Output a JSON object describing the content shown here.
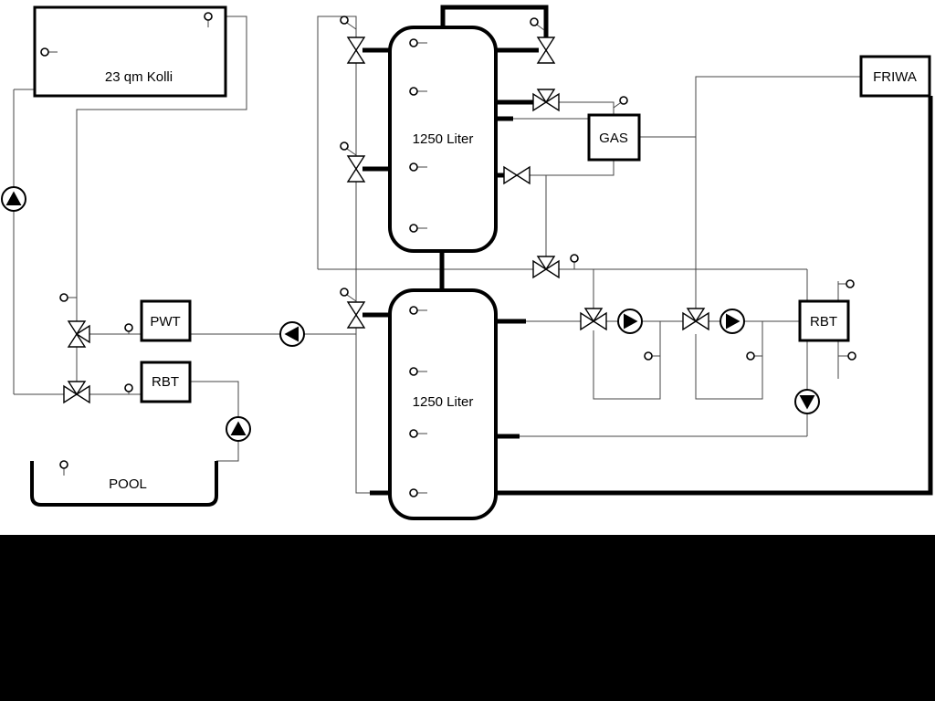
{
  "diagram": {
    "type": "hydraulic-heating-schematic",
    "labels": {
      "collector": "23 qm Kolli",
      "tank_upper": "1250 Liter",
      "tank_lower": "1250 Liter",
      "gas_boiler": "GAS",
      "friwa": "FRIWA",
      "pwt": "PWT",
      "rbt_left": "RBT",
      "rbt_right": "RBT",
      "pool": "POOL"
    },
    "colors": {
      "background": "#ffffff",
      "pipe_thick": "#000000",
      "pipe_thin": "#444444",
      "symbol_fill": "#ffffff",
      "bottom_bar": "#000000",
      "text": "#000000"
    }
  }
}
